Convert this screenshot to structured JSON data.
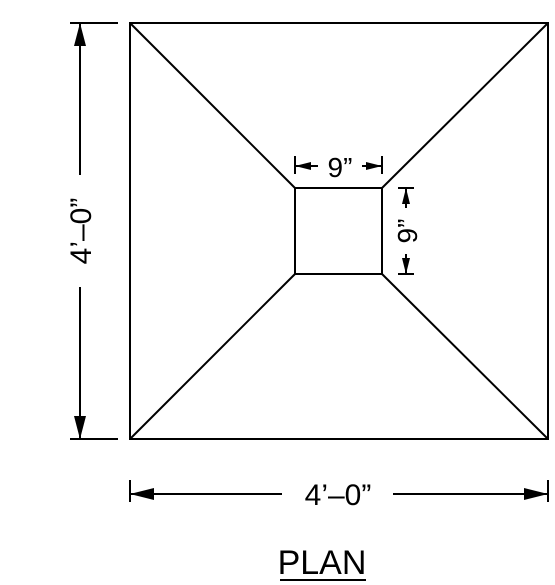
{
  "drawing": {
    "outer_height_label": "4’–0”",
    "outer_width_label": "4’–0”",
    "inner_width_label": "9”",
    "inner_height_label": "9”",
    "title": "PLAN"
  }
}
